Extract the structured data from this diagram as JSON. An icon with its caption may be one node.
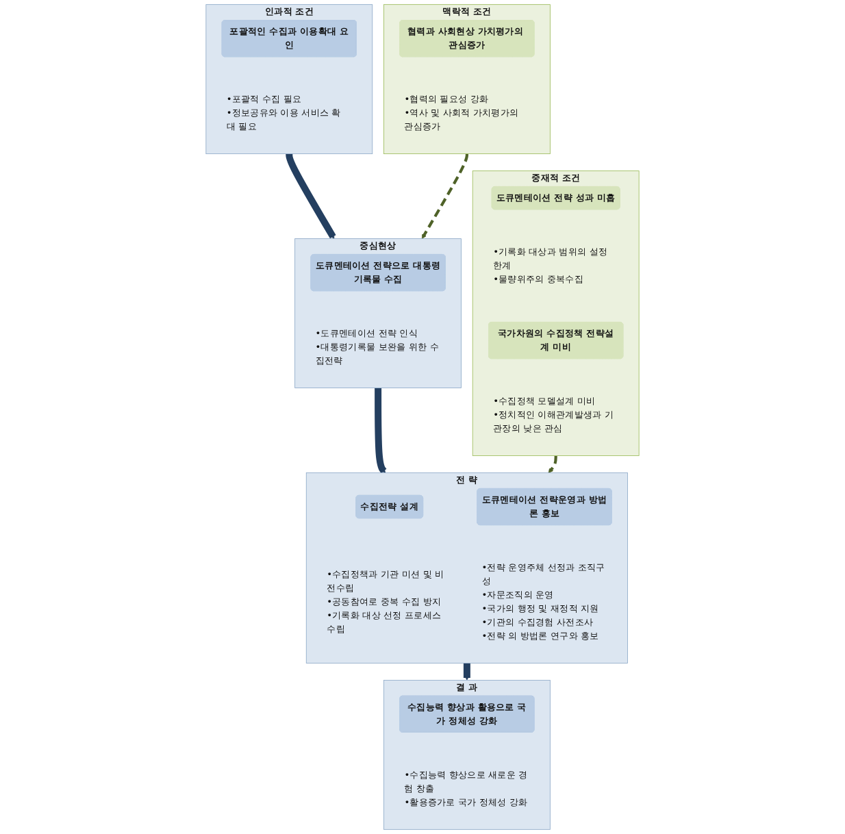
{
  "diagram": {
    "nodes": [
      {
        "text": [
          "인과적 조건"
        ]
      },
      {
        "text": [
          "포괄적인 수집과 이용확대 요인"
        ],
        "in": 0
      },
      {
        "text": [
          "•포괄적 수집 필요",
          "•정보공유와 이용 서비스 확대 필요"
        ],
        "in": 0
      },
      {
        "text": [
          "맥락적 조건"
        ]
      },
      {
        "text": [
          "협력과 사회현상 가치평가의 관심증가"
        ],
        "in": 3
      },
      {
        "text": [
          "•협력의 필요성 강화",
          "•역사 및 사회적 가치평가의 관심증가"
        ],
        "in": 3
      },
      {
        "text": [
          "중심현상"
        ]
      },
      {
        "text": [
          "도큐멘테이션 전략으로 대통령기록물 수집"
        ],
        "in": 6
      },
      {
        "text": [
          "•도큐멘테이션 전략 인식",
          "•대통령기록물 보완을 위한 수집전략"
        ],
        "in": 6
      },
      {
        "text": [
          "중재적 조건"
        ]
      },
      {
        "text": [
          "도큐멘테이션 전략 성과 미흡"
        ],
        "in": 9
      },
      {
        "text": [
          "•기록화 대상과 범위의 설정 한계",
          "•물량위주의 중복수집"
        ],
        "in": 9
      },
      {
        "text": [
          "국가차원의 수집정책 전략설계 미비"
        ],
        "in": 9
      },
      {
        "text": [
          "•수집정책 모델설계 미비",
          "•정치적인 이해관계발생과 기관장의 낮은 관심"
        ],
        "in": 9
      },
      {
        "text": [
          "전 략"
        ]
      },
      {
        "text": [
          "수집전략 설계"
        ],
        "in": 14
      },
      {
        "text": [
          "•수집정책과 기관 미션 및 비전수립",
          "•공동참여로 중복 수집 방지",
          "•기록화 대상 선정 프로세스 수립"
        ],
        "in": 14
      },
      {
        "text": [
          "도큐멘테이션 전략운영과 방법론 홍보"
        ],
        "in": 14
      },
      {
        "text": [
          "•전략 운영주체 선정과 조직구성",
          "•자문조직의 운영",
          "•국가의 행정 및 재정적 지원",
          "•기관의 수집경험 사전조사",
          "•전략 의 방법론 연구와 홍보"
        ],
        "in": 14
      },
      {
        "text": [
          "결 과"
        ]
      },
      {
        "text": [
          "수집능력 향상과 활용으로 국가 정체성 강화"
        ],
        "in": 19
      },
      {
        "text": [
          "•수집능력 향상으로 새로운 경험 창출",
          "•활용증가로 국가 정체성 강화"
        ],
        "in": 19
      }
    ],
    "edges": [
      {
        "from": 0,
        "to": 6,
        "arrow": "to"
      },
      {
        "from": 3,
        "to": 6,
        "arrow": "to",
        "style": "dashed",
        "color": "#4f6228"
      },
      {
        "from": 6,
        "to": 14,
        "arrow": "to"
      },
      {
        "from": 9,
        "to": 14,
        "arrow": "to",
        "style": "dashed",
        "color": "#4f6228"
      },
      {
        "from": 14,
        "to": 19,
        "arrow": "to"
      }
    ]
  }
}
